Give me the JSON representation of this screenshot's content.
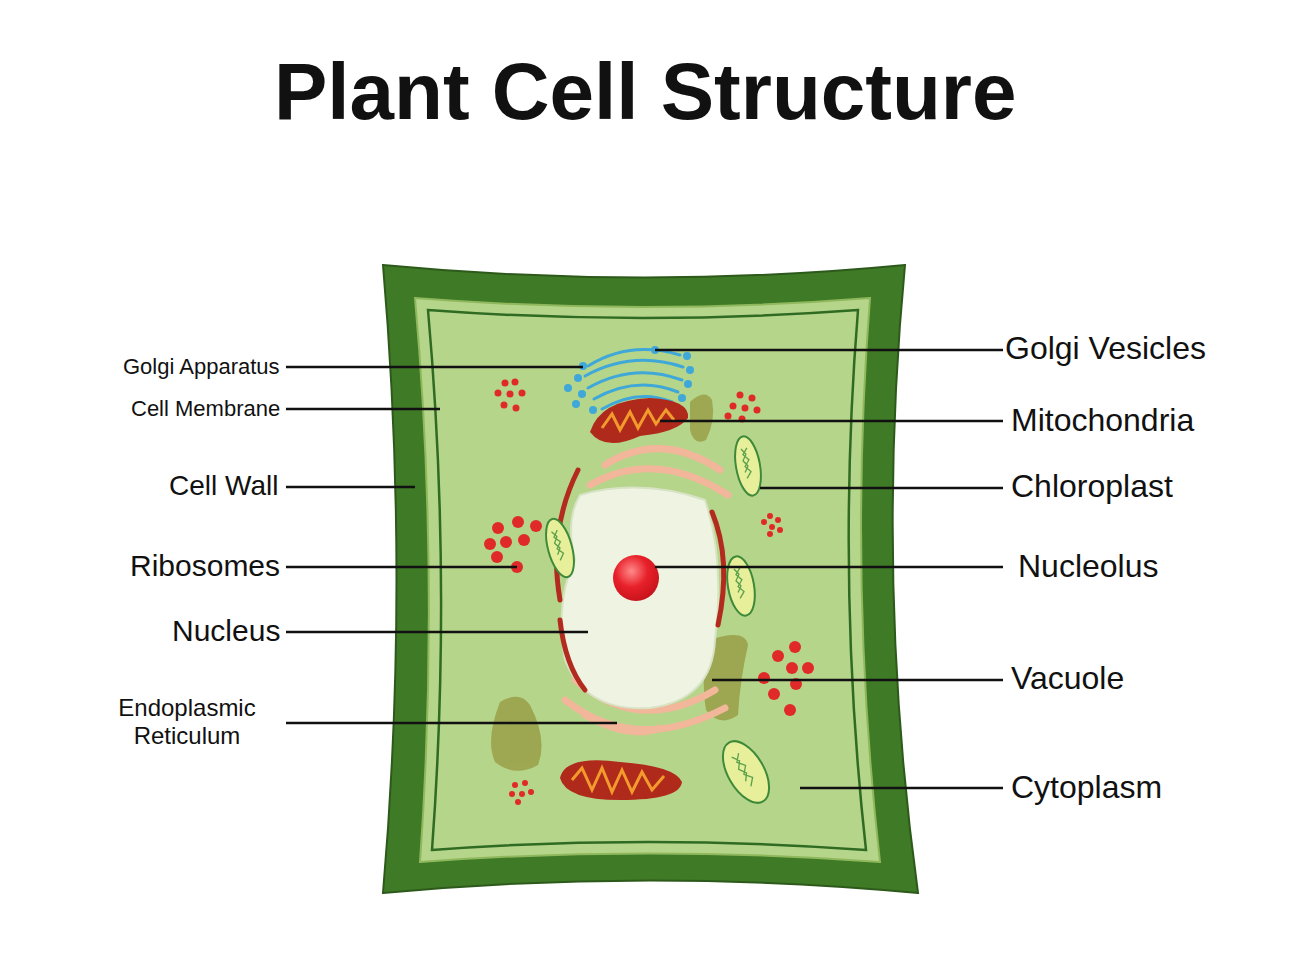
{
  "diagram": {
    "title": "Plant Cell Structure",
    "labels": [
      "Golgi Apparatus",
      "Cell Membrane",
      "Cell Wall",
      "Ribosomes",
      "Nucleus",
      "Endoplasmic Reticulum",
      "Golgi Vesicles",
      "Mitochondria",
      "Chloroplast",
      "Nucleolus",
      "Vacuole",
      "Cytoplasm"
    ]
  }
}
